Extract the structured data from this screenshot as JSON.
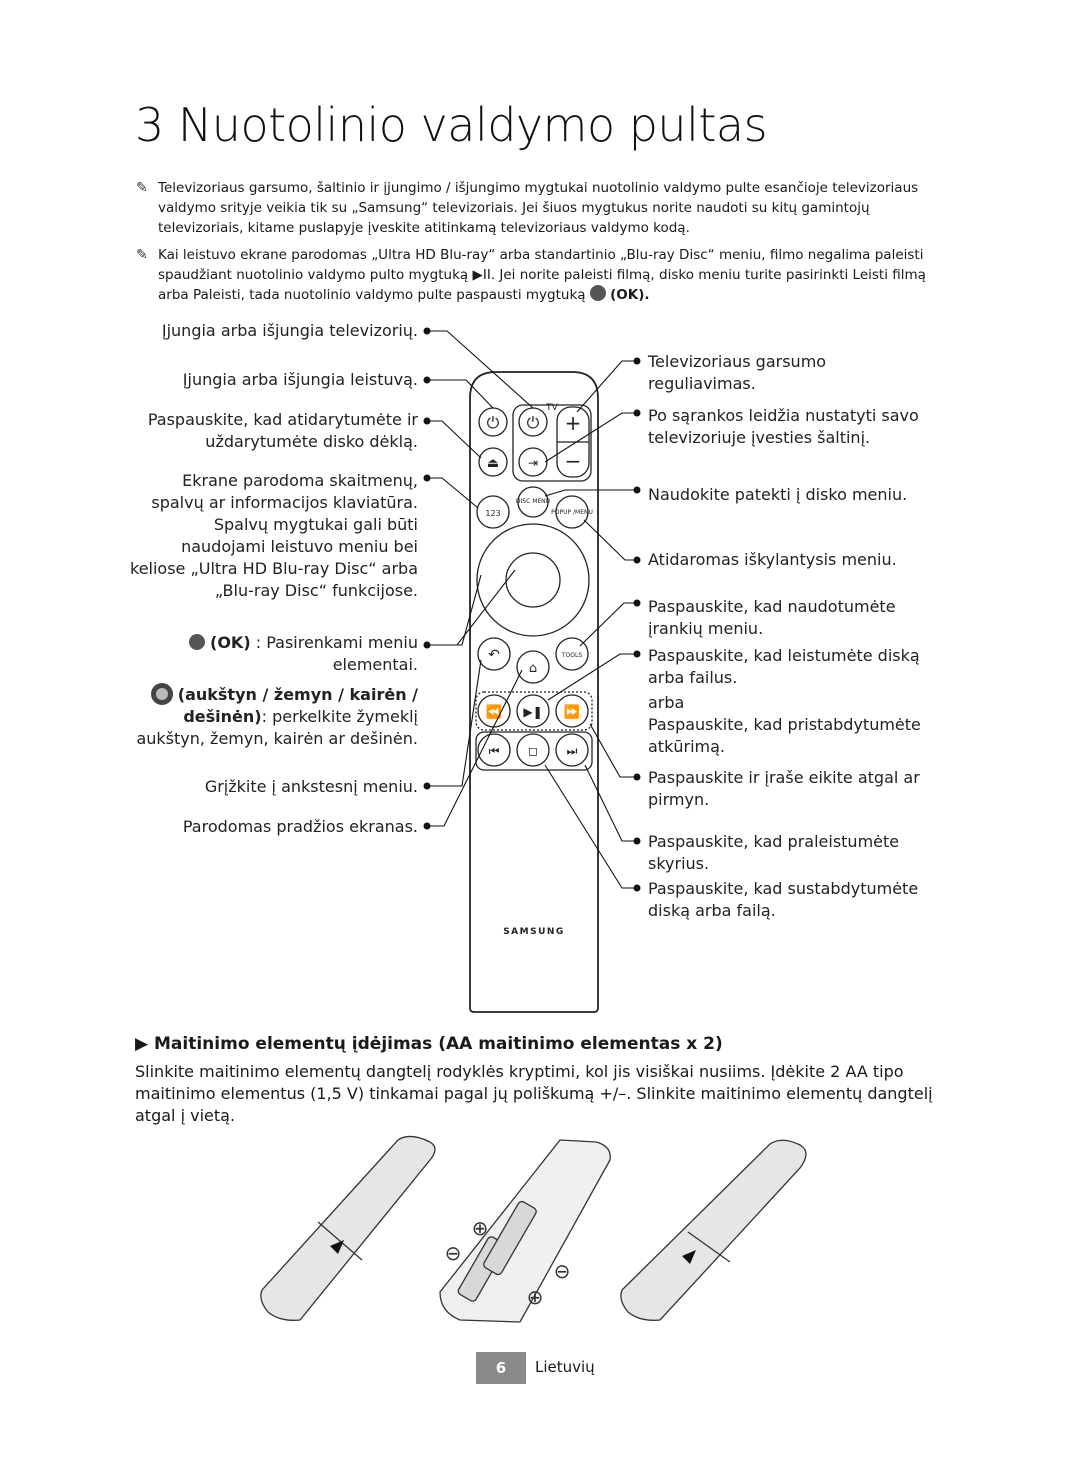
{
  "heading": "3  Nuotolinio valdymo pultas",
  "notes": [
    {
      "icon": "pencil-icon",
      "text": "Televizoriaus garsumo, šaltinio ir įjungimo / išjungimo mygtukai nuotolinio valdymo pulte esančioje televizoriaus valdymo srityje veikia tik su „Samsung“ televizoriais. Jei šiuos mygtukus norite naudoti su kitų gamintojų televizoriais, kitame puslapyje įveskite atitinkamą televizoriaus valdymo kodą."
    },
    {
      "icon": "pencil-icon",
      "text_a": "Kai leistuvo ekrane parodomas „Ultra HD Blu-ray“ arba standartinio „Blu-ray Disc“ meniu, filmo negalima paleisti spaudžiant nuotolinio valdymo pulto mygtuką ▶II. Jei norite paleisti filmą, disko meniu turite pasirinkti Leisti filmą arba Paleisti, tada nuotolinio valdymo pulte paspausti mygtuką",
      "text_b": "(OK)."
    }
  ],
  "left_labels": {
    "power_tv": "Įjungia arba išjungia televizorių.",
    "power_player": "Įjungia arba išjungia leistuvą.",
    "eject": "Paspauskite, kad atidarytumėte ir uždarytumėte disko dėklą.",
    "keypad": "Ekrane parodoma skaitmenų, spalvų ar informacijos klaviatūra. Spalvų mygtukai gali būti naudojami leistuvo meniu bei keliose „Ultra HD Blu-ray Disc“ arba „Blu-ray Disc“ funkcijose.",
    "ok_prefix": "(OK)",
    "ok_text": " : Pasirenkami meniu elementai.",
    "nav_bold": "(aukštyn / žemyn / kairėn / dešinėn)",
    "nav_text": ": perkelkite žymeklį aukštyn, žemyn, kairėn ar dešinėn.",
    "back": "Grįžkite į ankstesnį meniu.",
    "home": "Parodomas pradžios ekranas."
  },
  "right_labels": {
    "volume": "Televizoriaus garsumo reguliavimas.",
    "source": "Po sąrankos leidžia nustatyti savo televizoriuje įvesties šaltinį.",
    "disc_menu": "Naudokite patekti į disko meniu.",
    "popup": "Atidaromas iškylantysis meniu.",
    "tools": "Paspauskite, kad naudotumėte įrankių meniu.",
    "play": "Paspauskite, kad leistumėte diską arba failus.",
    "or": "arba",
    "pause": "Paspauskite, kad pristabdytumėte atkūrimą.",
    "search": "Paspauskite ir įraše eikite atgal ar pirmyn.",
    "skip": "Paspauskite, kad praleistumėte skyrius.",
    "stop": "Paspauskite, kad sustabdytumėte diską arba failą."
  },
  "remote": {
    "tv_label": "TV",
    "btn_123": "123",
    "btn_disc": "DISC MENU",
    "btn_popup": "POPUP /MENU",
    "btn_tools": "TOOLS",
    "brand": "SAMSUNG"
  },
  "section": {
    "title": "Maitinimo elementų įdėjimas (AA maitinimo elementas x 2)",
    "body": "Slinkite maitinimo elementų dangtelį rodyklės kryptimi, kol jis visiškai nusiims. Įdėkite 2 AA tipo maitinimo elementus (1,5 V) tinkamai pagal jų poliškumą +/–. Slinkite maitinimo elementų dangtelį atgal į vietą."
  },
  "footer": {
    "page_number": "6",
    "language": "Lietuvių"
  }
}
